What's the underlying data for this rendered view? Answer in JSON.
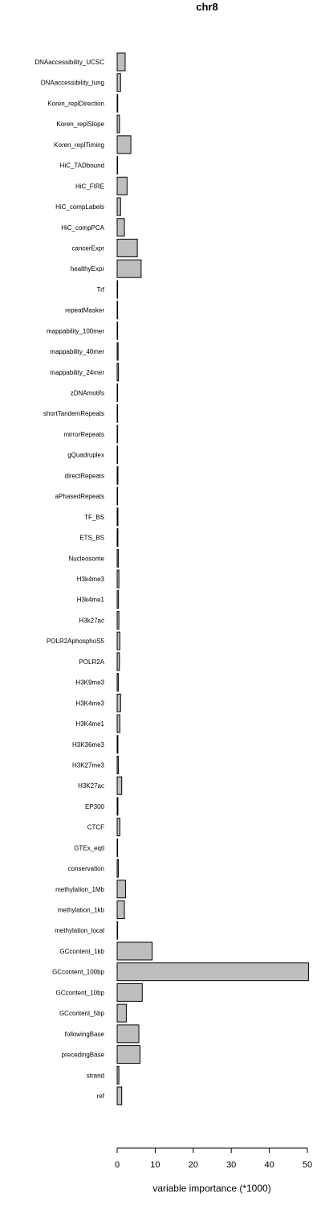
{
  "chart_data": {
    "type": "bar",
    "orientation": "horizontal",
    "title": "chr8",
    "xlabel": "variable importance (*1000)",
    "ylabel": "",
    "xlim": [
      0,
      50
    ],
    "xticks": [
      0,
      10,
      20,
      30,
      40,
      50
    ],
    "grid": false,
    "legend": "none",
    "bar_fill": "#bebebe",
    "bar_stroke": "#000000",
    "categories": [
      "DNAaccessibility_UCSC",
      "DNAaccessibility_lung",
      "Koren_replDirection",
      "Koren_replSlope",
      "Koren_replTiming",
      "HiC_TADbound",
      "HiC_FIRE",
      "HiC_compLabels",
      "HiC_compPCA",
      "cancerExpr",
      "healthyExpr",
      "Trf",
      "repeatMasker",
      "mappability_100mer",
      "mappability_40mer",
      "mappability_24mer",
      "zDNAmotifs",
      "shortTandemRepeats",
      "mirrorRepeats",
      "gQuadruplex",
      "directRepeats",
      "aPhasedRepeats",
      "TF_BS",
      "ETS_BS",
      "Nucleosome",
      "H3k4me3",
      "H3k4me1",
      "H3k27ac",
      "POLR2AphosphoS5",
      "POLR2A",
      "H3K9me3",
      "H3K4me3",
      "H3K4me1",
      "H3K36me3",
      "H3K27me3",
      "H3K27ac",
      "EP300",
      "CTCF",
      "GTEx_eqtl",
      "conservation",
      "methylation_1Mb",
      "methylation_1kb",
      "methylation_local",
      "GCcontent_1kb",
      "GCcontent_100bp",
      "GCcontent_10bp",
      "GCcontent_5bp",
      "followingBase",
      "precedingBase",
      "strand",
      "ref"
    ],
    "values": [
      2.1,
      0.9,
      0.15,
      0.6,
      3.6,
      0.1,
      2.6,
      0.9,
      1.9,
      5.3,
      6.3,
      0.05,
      0.1,
      0.1,
      0.25,
      0.35,
      0.05,
      0.05,
      0.05,
      0.1,
      0.2,
      0.05,
      0.2,
      0.2,
      0.3,
      0.45,
      0.35,
      0.45,
      0.7,
      0.6,
      0.3,
      0.9,
      0.7,
      0.2,
      0.3,
      1.2,
      0.2,
      0.7,
      0.05,
      0.3,
      2.2,
      1.9,
      0.1,
      9.2,
      50.3,
      6.6,
      2.4,
      5.7,
      6.0,
      0.45,
      1.2
    ]
  }
}
